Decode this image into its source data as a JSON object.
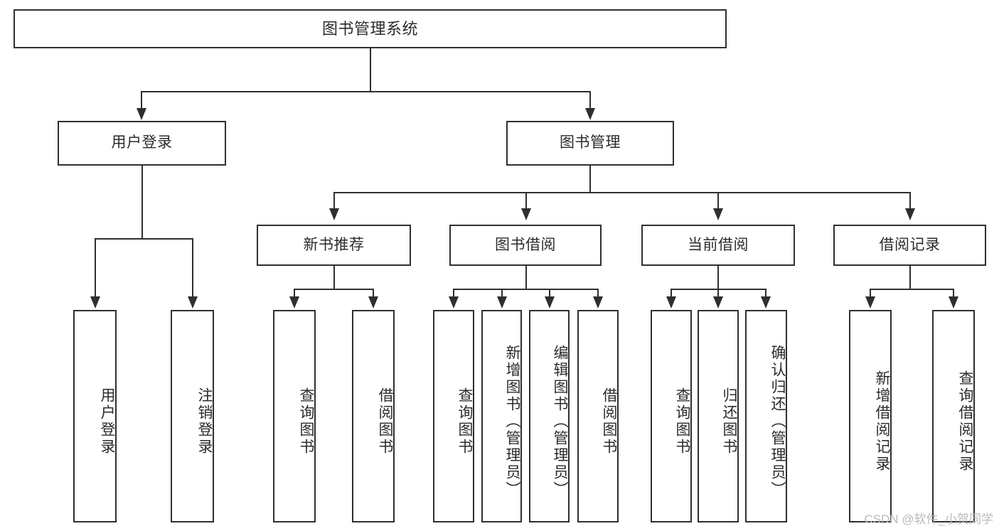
{
  "diagram": {
    "type": "tree-hierarchy",
    "title": "图书管理系统",
    "root": {
      "label": "图书管理系统"
    },
    "level1": [
      {
        "id": "user-login",
        "label": "用户登录"
      },
      {
        "id": "book-manage",
        "label": "图书管理"
      }
    ],
    "level2": [
      {
        "id": "new-book-rec",
        "label": "新书推荐",
        "parent": "book-manage"
      },
      {
        "id": "book-borrow",
        "label": "图书借阅",
        "parent": "book-manage"
      },
      {
        "id": "current-borrow",
        "label": "当前借阅",
        "parent": "book-manage"
      },
      {
        "id": "borrow-record",
        "label": "借阅记录",
        "parent": "book-manage"
      }
    ],
    "leaves": {
      "user_login": [
        {
          "id": "leaf-user-login",
          "label": "用户登录"
        },
        {
          "id": "leaf-logout-login",
          "label": "注销登录"
        }
      ],
      "new_book_rec": [
        {
          "id": "leaf-query-book-1",
          "label": "查询图书"
        },
        {
          "id": "leaf-borrow-book-1",
          "label": "借阅图书"
        }
      ],
      "book_borrow": [
        {
          "id": "leaf-query-book-2",
          "label": "查询图书"
        },
        {
          "id": "leaf-add-book",
          "label": "新增图书（管理员）"
        },
        {
          "id": "leaf-edit-book",
          "label": "编辑图书（管理员）"
        },
        {
          "id": "leaf-borrow-book-2",
          "label": "借阅图书"
        }
      ],
      "current_borrow": [
        {
          "id": "leaf-query-book-3",
          "label": "查询图书"
        },
        {
          "id": "leaf-return-book",
          "label": "归还图书"
        },
        {
          "id": "leaf-confirm-return",
          "label": "确认归还（管理员）"
        }
      ],
      "borrow_record": [
        {
          "id": "leaf-add-record",
          "label": "新增借阅记录"
        },
        {
          "id": "leaf-query-record",
          "label": "查询借阅记录"
        }
      ]
    },
    "watermark": "CSDN @软件_小贺同学",
    "colors": {
      "stroke": "#2f2f2f",
      "text": "#2b2b2b",
      "background": "#ffffff",
      "watermark": "#b9b9b9"
    }
  }
}
